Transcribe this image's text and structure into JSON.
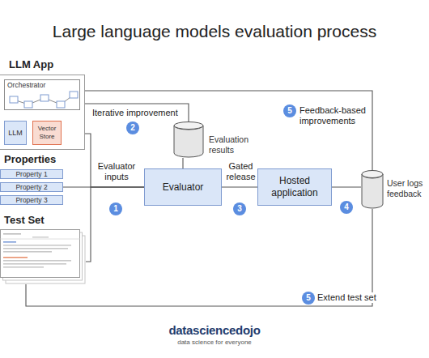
{
  "diagram": {
    "title": "Large language models evaluation process",
    "nodes": [
      {
        "text": [
          "LLM App"
        ]
      },
      {
        "text": [
          "Orchestrator"
        ],
        "in": 0
      },
      {
        "text": [
          "LLM"
        ],
        "in": 0
      },
      {
        "text": [
          "Vector Store"
        ],
        "in": 0
      },
      {
        "text": [
          "Property 1"
        ]
      },
      {
        "text": [
          "Property 2"
        ]
      },
      {
        "text": [
          "Property 3"
        ]
      },
      {
        "text": [
          "Test Set"
        ]
      },
      {
        "text": [
          "Evaluator"
        ]
      },
      {
        "text": [
          "Evaluation results"
        ]
      },
      {
        "text": [
          "Hosted application"
        ]
      },
      {
        "text": [
          "User logs feedback"
        ]
      }
    ],
    "edges": [
      {
        "from": 0,
        "to": 8,
        "arrow": "none"
      },
      {
        "from": 5,
        "to": 8,
        "label": "Evaluator inputs",
        "arrow": "none"
      },
      {
        "from": 7,
        "to": 8,
        "arrow": "none"
      },
      {
        "from": 8,
        "to": 9,
        "arrow": "none"
      },
      {
        "from": 9,
        "to": 0,
        "label": "Iterative improvement",
        "arrow": "none"
      },
      {
        "from": 8,
        "to": 10,
        "label": "Gated release",
        "arrow": "none"
      },
      {
        "from": 10,
        "to": 11,
        "arrow": "none"
      },
      {
        "from": 11,
        "to": 0,
        "label": "Feedback-based improvements",
        "arrow": "none"
      },
      {
        "from": 11,
        "to": 7,
        "label": "Extend test set",
        "arrow": "none"
      }
    ],
    "labels": [
      "Properties",
      "1",
      "2",
      "3",
      "4",
      "5",
      "5",
      "datasciencedojo",
      "data science for everyone"
    ]
  }
}
